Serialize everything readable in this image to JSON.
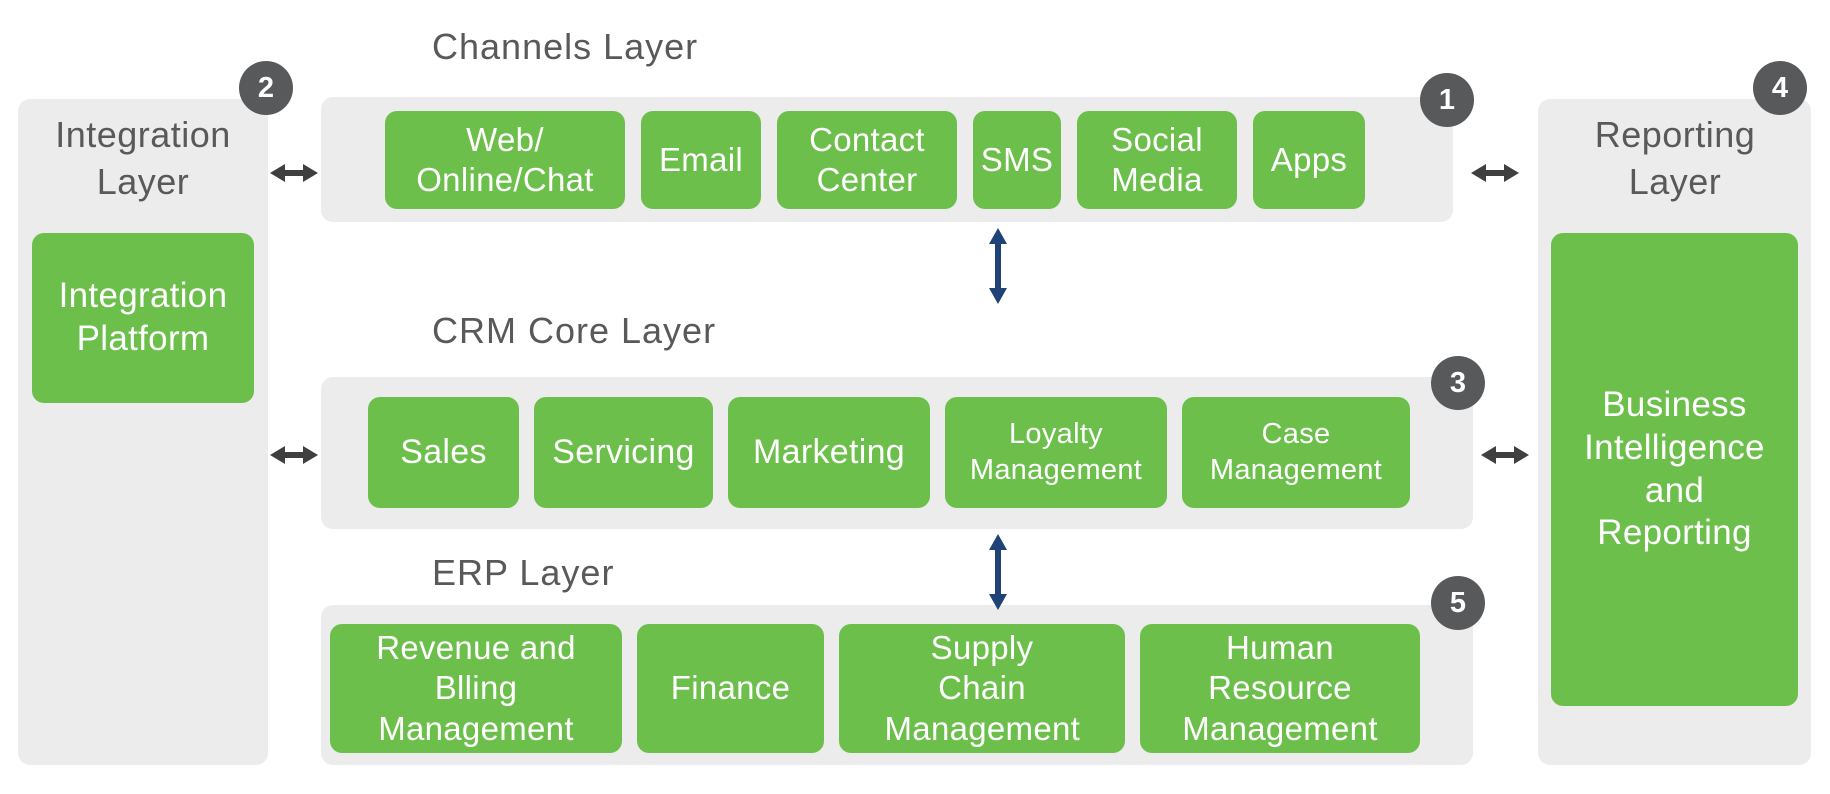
{
  "colors": {
    "box_green": "#6cbf4b",
    "panel_gray": "#ececec",
    "badge_gray": "#58595b",
    "title_gray": "#595959",
    "box_text": "#ffffff",
    "horizontal_arrow": "#3f3f3f",
    "vertical_arrow": "#1f4277"
  },
  "layers": {
    "integration": {
      "title": "Integration Layer",
      "badge": "2",
      "boxes": [
        "Integration Platform"
      ]
    },
    "channels": {
      "title": "Channels Layer",
      "badge": "1",
      "boxes": [
        "Web/ Online/Chat",
        "Email",
        "Contact Center",
        "SMS",
        "Social Media",
        "Apps"
      ]
    },
    "crm_core": {
      "title": "CRM Core Layer",
      "badge": "3",
      "boxes": [
        "Sales",
        "Servicing",
        "Marketing",
        "Loyalty Management",
        "Case Management"
      ]
    },
    "erp": {
      "title": "ERP Layer",
      "badge": "5",
      "boxes": [
        "Revenue and Blling Management",
        "Finance",
        "Supply Chain Management",
        "Human Resource Management"
      ]
    },
    "reporting": {
      "title": "Reporting Layer",
      "badge": "4",
      "boxes": [
        "Business Intelligence and Reporting"
      ]
    }
  }
}
